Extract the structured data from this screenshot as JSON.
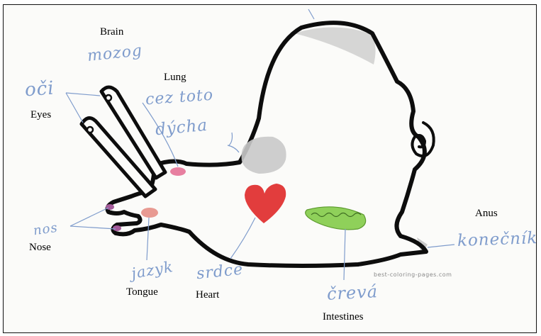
{
  "labels": {
    "brain": "Brain",
    "lung": "Lung",
    "eyes": "Eyes",
    "nose": "Nose",
    "tongue": "Tongue",
    "heart": "Heart",
    "intestines": "Intestines",
    "anus": "Anus"
  },
  "handwritten": {
    "brain": "mozog",
    "lung_line1": "cez toto",
    "lung_line2": "dýcha",
    "eyes": "oči",
    "nose": "nos",
    "tongue": "jazyk",
    "heart": "srdce",
    "intestines": "črevá",
    "anus": "konečník"
  },
  "watermark": "best-coloring-pages.com",
  "colors": {
    "outline": "#0d0d0d",
    "pen": "#7f9ccc",
    "heart": "#e23d3d",
    "lung": "#c9c9c9",
    "intestines": "#8fd05a",
    "brain": "#e77fa0",
    "tongue": "#e89a92",
    "nose_tip": "#a45a9a",
    "shell_shading": "#cfcfcf"
  }
}
